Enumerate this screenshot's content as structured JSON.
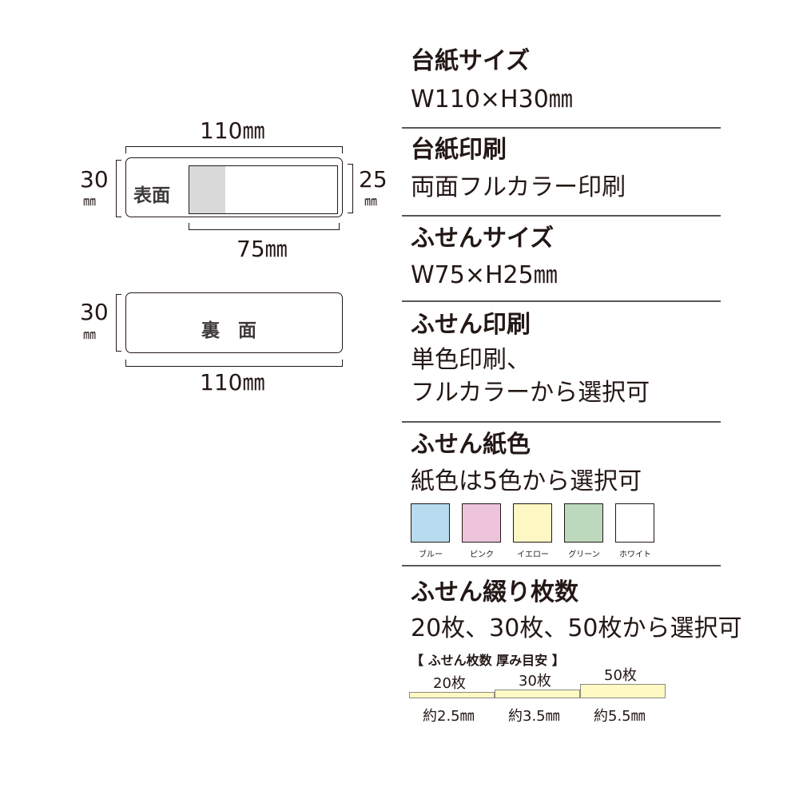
{
  "diagram": {
    "front": {
      "width_label": "110㎜",
      "height_label_num": "30",
      "height_label_unit": "㎜",
      "label": "表面",
      "sticky_height_num": "25",
      "sticky_height_unit": "㎜",
      "sticky_width_label": "75㎜"
    },
    "back": {
      "height_label_num": "30",
      "height_label_unit": "㎜",
      "label": "裏　面",
      "width_label": "110㎜"
    }
  },
  "specs": {
    "base_size": {
      "title": "台紙サイズ",
      "value": "W110×H30㎜"
    },
    "base_print": {
      "title": "台紙印刷",
      "value": "両面フルカラー印刷"
    },
    "sticky_size": {
      "title": "ふせんサイズ",
      "value": "W75×H25㎜"
    },
    "sticky_print": {
      "title": "ふせん印刷",
      "value_line1": "単色印刷、",
      "value_line2": "フルカラーから選択可"
    },
    "sticky_color": {
      "title": "ふせん紙色",
      "value": "紙色は5色から選択可",
      "colors": [
        {
          "name": "ブルー",
          "hex": "#b7dcf0"
        },
        {
          "name": "ピンク",
          "hex": "#eec4dc"
        },
        {
          "name": "イエロー",
          "hex": "#fdf7c3"
        },
        {
          "name": "グリーン",
          "hex": "#bcd9bd"
        },
        {
          "name": "ホワイト",
          "hex": "#ffffff"
        }
      ]
    },
    "sticky_count": {
      "title": "ふせん綴り枚数",
      "value": "20枚、30枚、50枚から選択可",
      "guide_title": "【 ふせん枚数 厚み目安 】",
      "pads": [
        {
          "count": "20枚",
          "thickness": "約2.5㎜",
          "thickness_mm": 2.5
        },
        {
          "count": "30枚",
          "thickness": "約3.5㎜",
          "thickness_mm": 3.5
        },
        {
          "count": "50枚",
          "thickness": "約5.5㎜",
          "thickness_mm": 5.5
        }
      ]
    }
  }
}
